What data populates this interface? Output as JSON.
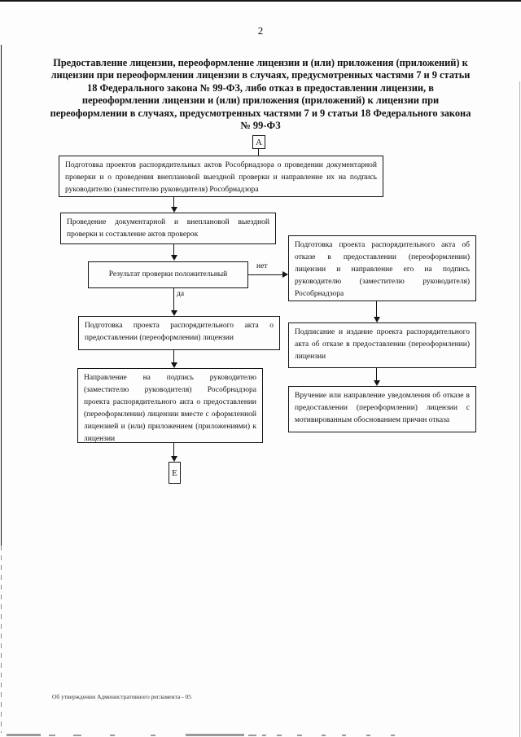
{
  "page": {
    "number": "2",
    "footer": "Об утверждении Административного регламента - 05"
  },
  "title": "Предоставление лицензии, переоформление лицензии и (или) приложения (приложений) к лицензии при переоформлении лицензии в случаях, предусмотренных частями 7 и 9 статьи 18 Федерального закона № 99-ФЗ, либо отказ в предоставлении лицензии, в переоформлении лицензии и (или) приложения (приложений) к лицензии при переоформлении в случаях, предусмотренных частями 7 и 9 статьи 18 Федерального закона № 99-ФЗ",
  "flowchart": {
    "connectors": {
      "entry": "А",
      "exit": "Е"
    },
    "edge_labels": {
      "no": "нет",
      "yes": "да"
    },
    "boxes": {
      "prepare_acts": "Подготовка проектов распорядительных актов Рособрнадзора о проведении документарной проверки и о проведения внеплановой выездной проверки и направление их на подпись руководителю (заместителю руководителя) Рособрнадзора",
      "conduct_checks": "Проведение документарной и внеплановой выездной проверки и составление актов проверок",
      "decision": "Результат проверки положительный",
      "prepare_grant": "Подготовка проекта распорядительного акта о предоставлении (переоформлении) лицензии",
      "send_for_signature": "Направление на подпись руководителю (заместителю руководителя) Рособрнадзора проекта распорядительного акта о предоставлении (переоформлении) лицензии вместе с оформленной лицензией и (или) приложением (приложениями) к лицензии",
      "prepare_refusal": "Подготовка проекта распорядительного акта об отказе в предоставлении (переоформлении) лицензии и направление его на подпись руководителю (заместителю руководителя) Рособрнадзора",
      "sign_refusal": "Подписание и издание проекта распорядительного акта об отказе в предоставлении (переоформлении) лицензии",
      "deliver_refusal": "Вручение или направление уведомления об отказе в предоставлении (переоформлении) лицензии с мотивированным обоснованием причин отказа"
    }
  }
}
